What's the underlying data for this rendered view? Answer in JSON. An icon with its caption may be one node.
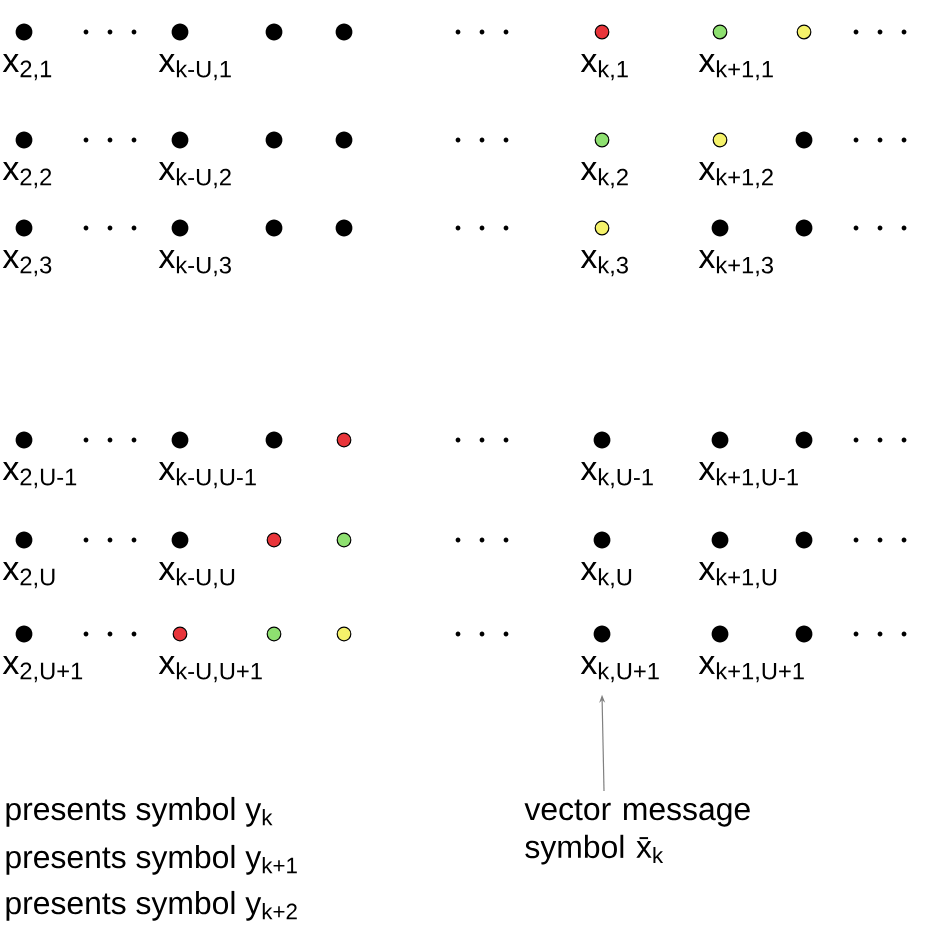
{
  "diagram": {
    "nodes": [
      {
        "text": [
          "x$_{k,U+1}$"
        ]
      },
      {
        "text": [
          "vector message symbol x̄$_{k}$"
        ]
      }
    ],
    "edges": [
      {
        "from": 1,
        "to": 0,
        "arrow": "to"
      }
    ],
    "labels": [
      "x$_{2,1}$",
      "x$_{k-U,1}$",
      "x$_{k,1}$",
      "x$_{k+1,1}$",
      "x$_{2,2}$",
      "x$_{k-U,2}$",
      "x$_{k,2}$",
      "x$_{k+1,2}$",
      "x$_{2,3}$",
      "x$_{k-U,3}$",
      "x$_{k,3}$",
      "x$_{k+1,3}$",
      "x$_{2,U-1}$",
      "x$_{k-U,U-1}$",
      "x$_{k,U-1}$",
      "x$_{k+1,U-1}$",
      "x$_{2,U}$",
      "x$_{k-U,U}$",
      "x$_{k,U}$",
      "x$_{k+1,U}$",
      "x$_{2,U+1}$",
      "x$_{k-U,U+1}$",
      "x$_{k+1,U+1}$",
      "presents symbol y$_{k}$",
      "presents symbol y$_{k+1}$",
      "presents symbol y$_{k+2}$"
    ]
  }
}
